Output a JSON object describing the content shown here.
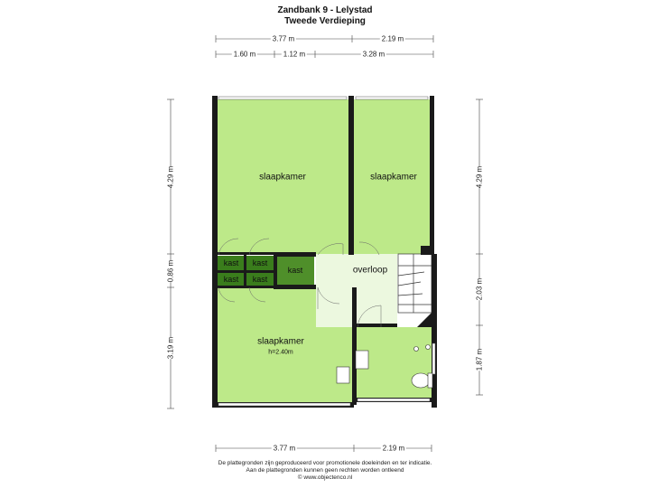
{
  "title": "Zandbank 9 - Lelystad",
  "subtitle": "Tweede Verdieping",
  "dimensions": {
    "top_row1": [
      "3.77 m",
      "2.19 m"
    ],
    "top_row2": [
      "1.60 m",
      "1.12 m",
      "3.28 m"
    ],
    "left": [
      "4.29 m",
      "0.86 m",
      "3.19 m"
    ],
    "right": [
      "4.29 m",
      "2.03 m",
      "1.87 m"
    ],
    "bottom": [
      "3.77 m",
      "2.19 m"
    ]
  },
  "rooms": {
    "bedroom_top_left": "slaapkamer",
    "bedroom_top_right": "slaapkamer",
    "bedroom_bottom": "slaapkamer",
    "bedroom_bottom_height": "h=2.40m",
    "landing": "overloop",
    "closet_big": "kast",
    "closets_small": [
      "kast",
      "kast",
      "kast",
      "kast"
    ]
  },
  "footer": [
    "De plattegronden zijn geproduceerd voor promotionele doeleinden en ter indicatie.",
    "Aan de plattegronden kunnen geen rechten worden ontleend",
    "© www.objectenco.nl"
  ],
  "colors": {
    "room_green": "#bde989",
    "closet_dark": "#3a7d1c",
    "closet_mid": "#4f8f2a",
    "landing": "#ecf8df",
    "wall": "#1a1a1a"
  }
}
